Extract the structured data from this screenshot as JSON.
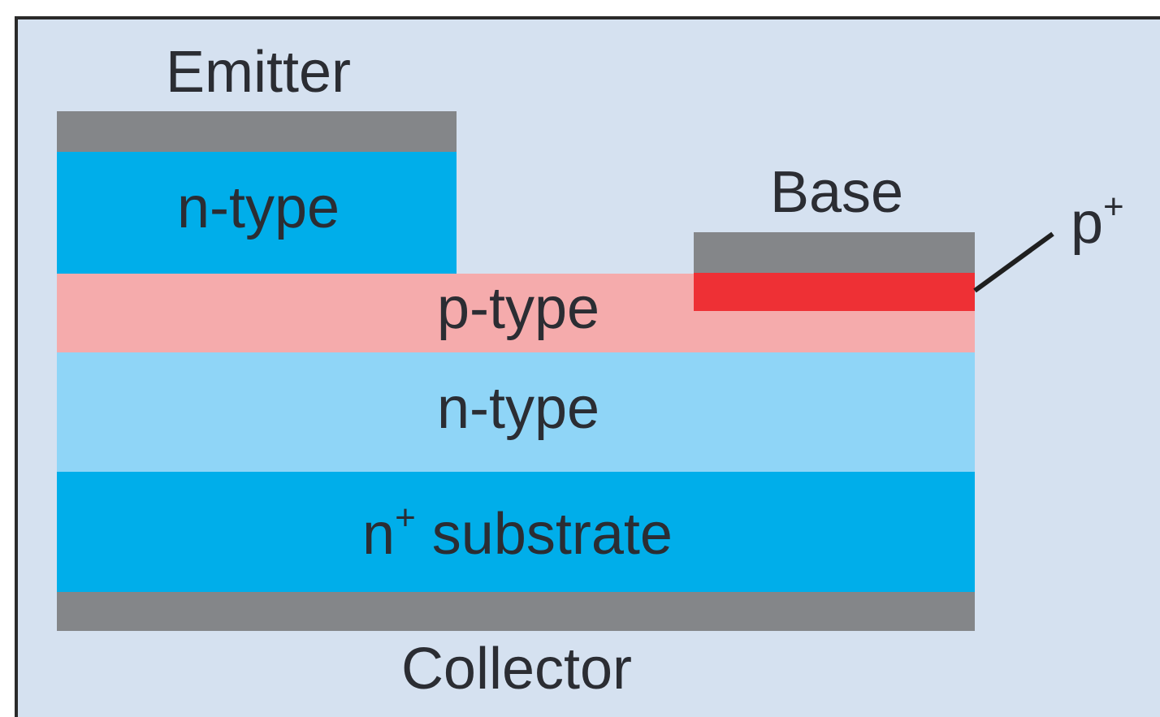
{
  "diagram": {
    "labels": {
      "emitter": "Emitter",
      "base": "Base",
      "collector": "Collector",
      "p_plus_base": "p",
      "p_plus_sup": "+",
      "emitter_layer": "n-type",
      "base_layer": "p-type",
      "collector_layer": "n-type",
      "substrate_base": "n",
      "substrate_sup": "+",
      "substrate_rest": " substrate"
    },
    "colors": {
      "background": "#d5e1f0",
      "frame": "#2a2a2a",
      "contact_metal": "#848689",
      "n_type_emitter": "#00aeea",
      "p_type": "#f5abac",
      "p_plus": "#ee3035",
      "n_type_collector": "#8fd5f7",
      "n_plus_substrate": "#00aeea",
      "text": "#2b2d33"
    }
  }
}
